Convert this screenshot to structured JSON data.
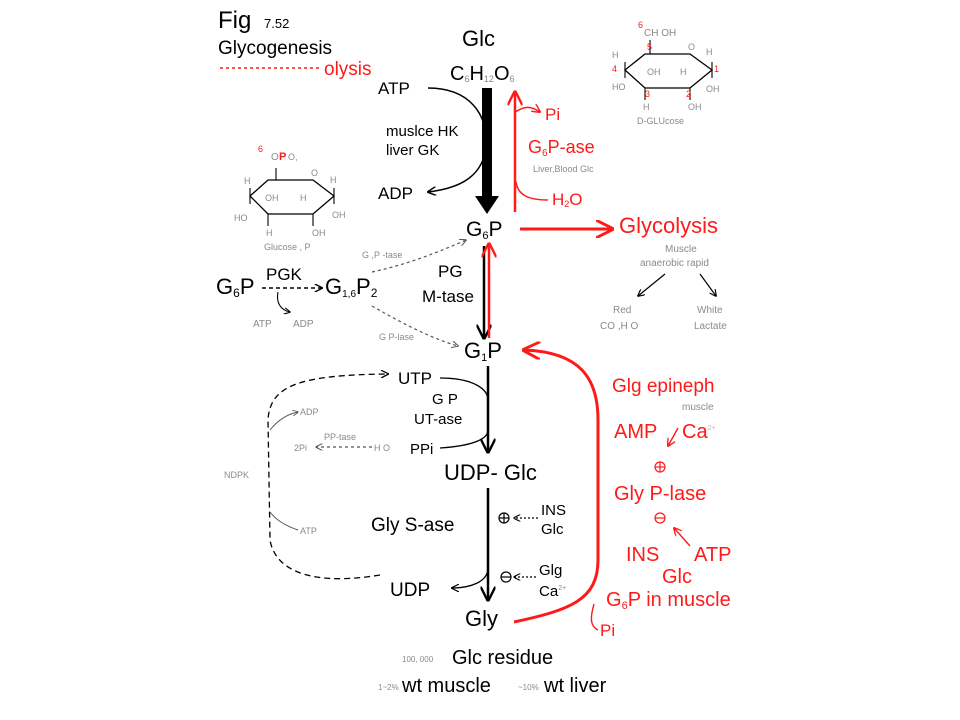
{
  "title": {
    "fig": "Fig",
    "fig_num": "7.52",
    "glycogenesis": "Glycogenesis",
    "glycolysis_short": "olysis"
  },
  "glc_top": {
    "label": "Glc",
    "formula_c": "C",
    "formula_c_sub": "6",
    "formula_h": "H",
    "formula_h_sub": "12",
    "formula_o": "O",
    "formula_o_sub": "6"
  },
  "hexokinase": {
    "atp": "ATP",
    "adp": "ADP",
    "muscle_hk": "muslce HK",
    "liver_gk": "liver GK"
  },
  "g6pase": {
    "pi": "Pi",
    "name_g": "G",
    "name_sub": "6",
    "name_rest": "P-ase",
    "note": "Liver,Blood Glc",
    "h2o_h": "H",
    "h2o_sub": "2",
    "h2o_o": "O"
  },
  "g6p": {
    "g": "G",
    "sub": "6",
    "p": "P"
  },
  "glycolysis": {
    "label": "Glycolysis",
    "muscle": "Muscle",
    "conditions": "anaerobic  rapid",
    "red": "Red",
    "red_products": "CO  ,H O",
    "white": "White",
    "white_products": "Lactate"
  },
  "left_branch": {
    "g6p": "G6P",
    "pgk": "PGK",
    "g16p2": "G1,6P2",
    "atp": "ATP",
    "adp": "ADP",
    "g16p_tase": "G  ,P -tase",
    "g1p_lase": "G P-lase",
    "glucose_label": "Glucose , P"
  },
  "pgm": {
    "line1": "PG",
    "line2": "M-tase"
  },
  "g1p": {
    "g": "G",
    "sub": "1",
    "p": "P"
  },
  "ugp": {
    "utp": "UTP",
    "line1": "G P",
    "line2": "UT-ase",
    "ppi": "PPi",
    "h2o": "H O",
    "pp_tase": "PP-tase",
    "pi": "2Pi",
    "adp": "ADP",
    "atp": "ATP",
    "ndpk": "NDPK"
  },
  "udp_glc": "UDP- Glc",
  "gly_s": {
    "enzyme": "Gly S-ase",
    "ins": "INS",
    "glc": "Glc",
    "glg": "Glg",
    "ca": "Ca",
    "ca_sup": "2+",
    "udp": "UDP"
  },
  "gly": "Gly",
  "phosphorylase": {
    "glg_epineph": "Glg  epineph",
    "muscle": "muscle",
    "amp": "AMP",
    "ca": "Ca",
    "ca_sup": "2+",
    "enzyme": "Gly P-lase",
    "ins": "INS",
    "atp": "ATP",
    "glc": "Glc",
    "g6p_muscle": "G6P in muscle",
    "pi": "Pi"
  },
  "footer": {
    "residue_prefix": "100, 000",
    "residue": "Glc residue",
    "muscle_prefix": "1~2%",
    "muscle": "wt muscle",
    "liver_prefix": "~10%",
    "liver": "wt liver"
  },
  "glucose_ring": {
    "label": "D-GLUcose",
    "n6": "6",
    "n5": "5",
    "n4": "4",
    "n3": "3",
    "n2": "2",
    "n1": "1",
    "ch_oh": "CH OH"
  },
  "colors": {
    "red": "#ff1a1a",
    "black": "#000000",
    "gray": "#8a8a8a"
  }
}
